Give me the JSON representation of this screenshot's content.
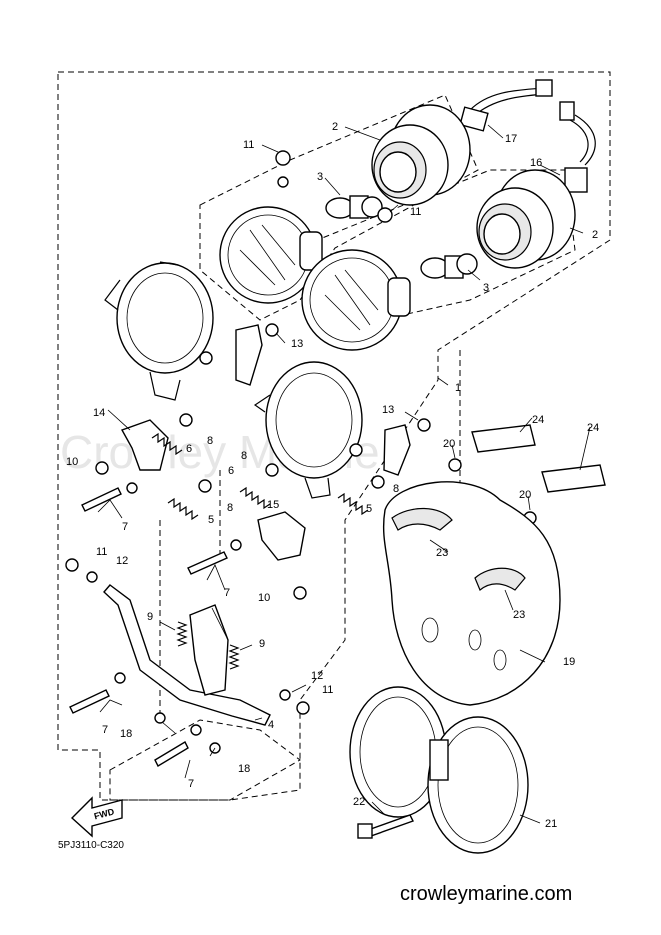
{
  "watermark": "Crowley Marine",
  "diagram_code": "5PJ3110-C320",
  "website": "crowleymarine.com",
  "direction_label": "FWD",
  "callouts": {
    "c1": "1",
    "c2a": "2",
    "c2b": "2",
    "c3a": "3",
    "c3b": "3",
    "c4": "4",
    "c5a": "5",
    "c5b": "5",
    "c6a": "6",
    "c6b": "6",
    "c7a": "7",
    "c7b": "7",
    "c7c": "7",
    "c7d": "7",
    "c8a": "8",
    "c8b": "8",
    "c8c": "8",
    "c8d": "8",
    "c9a": "9",
    "c9b": "9",
    "c10a": "10",
    "c10b": "10",
    "c11a": "11",
    "c11b": "11",
    "c11c": "11",
    "c11d": "11",
    "c12a": "12",
    "c12b": "12",
    "c13a": "13",
    "c13b": "13",
    "c14": "14",
    "c15": "15",
    "c16": "16",
    "c17": "17",
    "c18a": "18",
    "c18b": "18",
    "c19": "19",
    "c20a": "20",
    "c20b": "20",
    "c21": "21",
    "c22": "22",
    "c23a": "23",
    "c23b": "23",
    "c24a": "24",
    "c24b": "24"
  }
}
